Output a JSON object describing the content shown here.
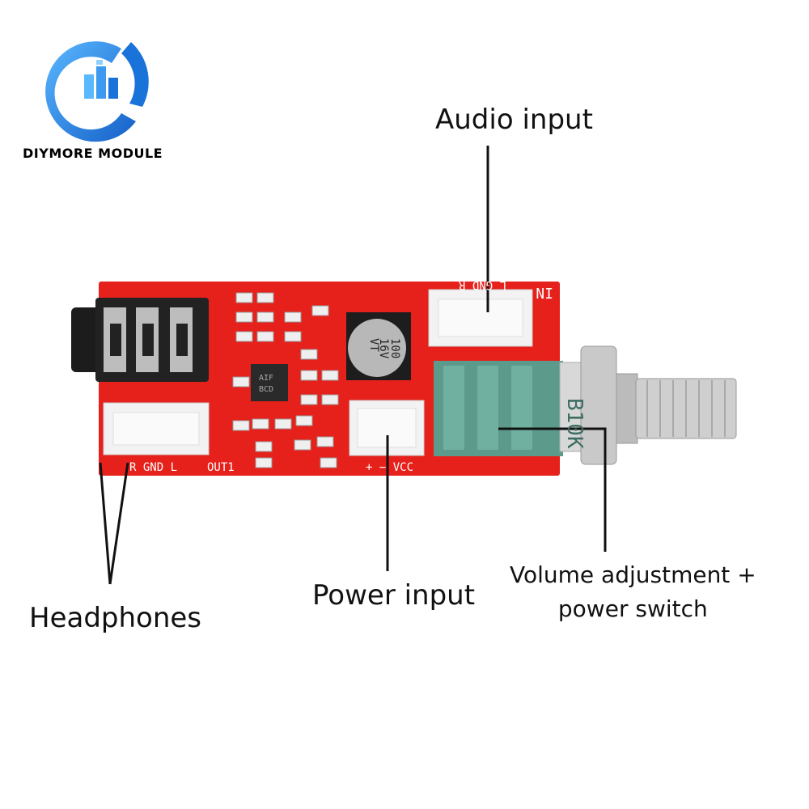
{
  "brand": {
    "name": "DIYMORE MODULE",
    "color_primary": "#1a73d9",
    "color_light": "#5ab8ff"
  },
  "labels": {
    "audio_input": "Audio input",
    "power_input": "Power input",
    "headphones": "Headphones",
    "volume_line1": "Volume adjustment +",
    "volume_line2": "power switch"
  },
  "board": {
    "color": "#e6201a",
    "silk": {
      "in": "IN",
      "in_pins": "L GND R",
      "out": "OUT1",
      "out_pins": "R  GND  L",
      "power_pins": "+   −   VCC",
      "cap_line1": "100",
      "cap_line2": "16V",
      "cap_line3": "VT",
      "pot_value": "B10K",
      "chip_line1": "AIF",
      "chip_line2": "BCD"
    }
  }
}
